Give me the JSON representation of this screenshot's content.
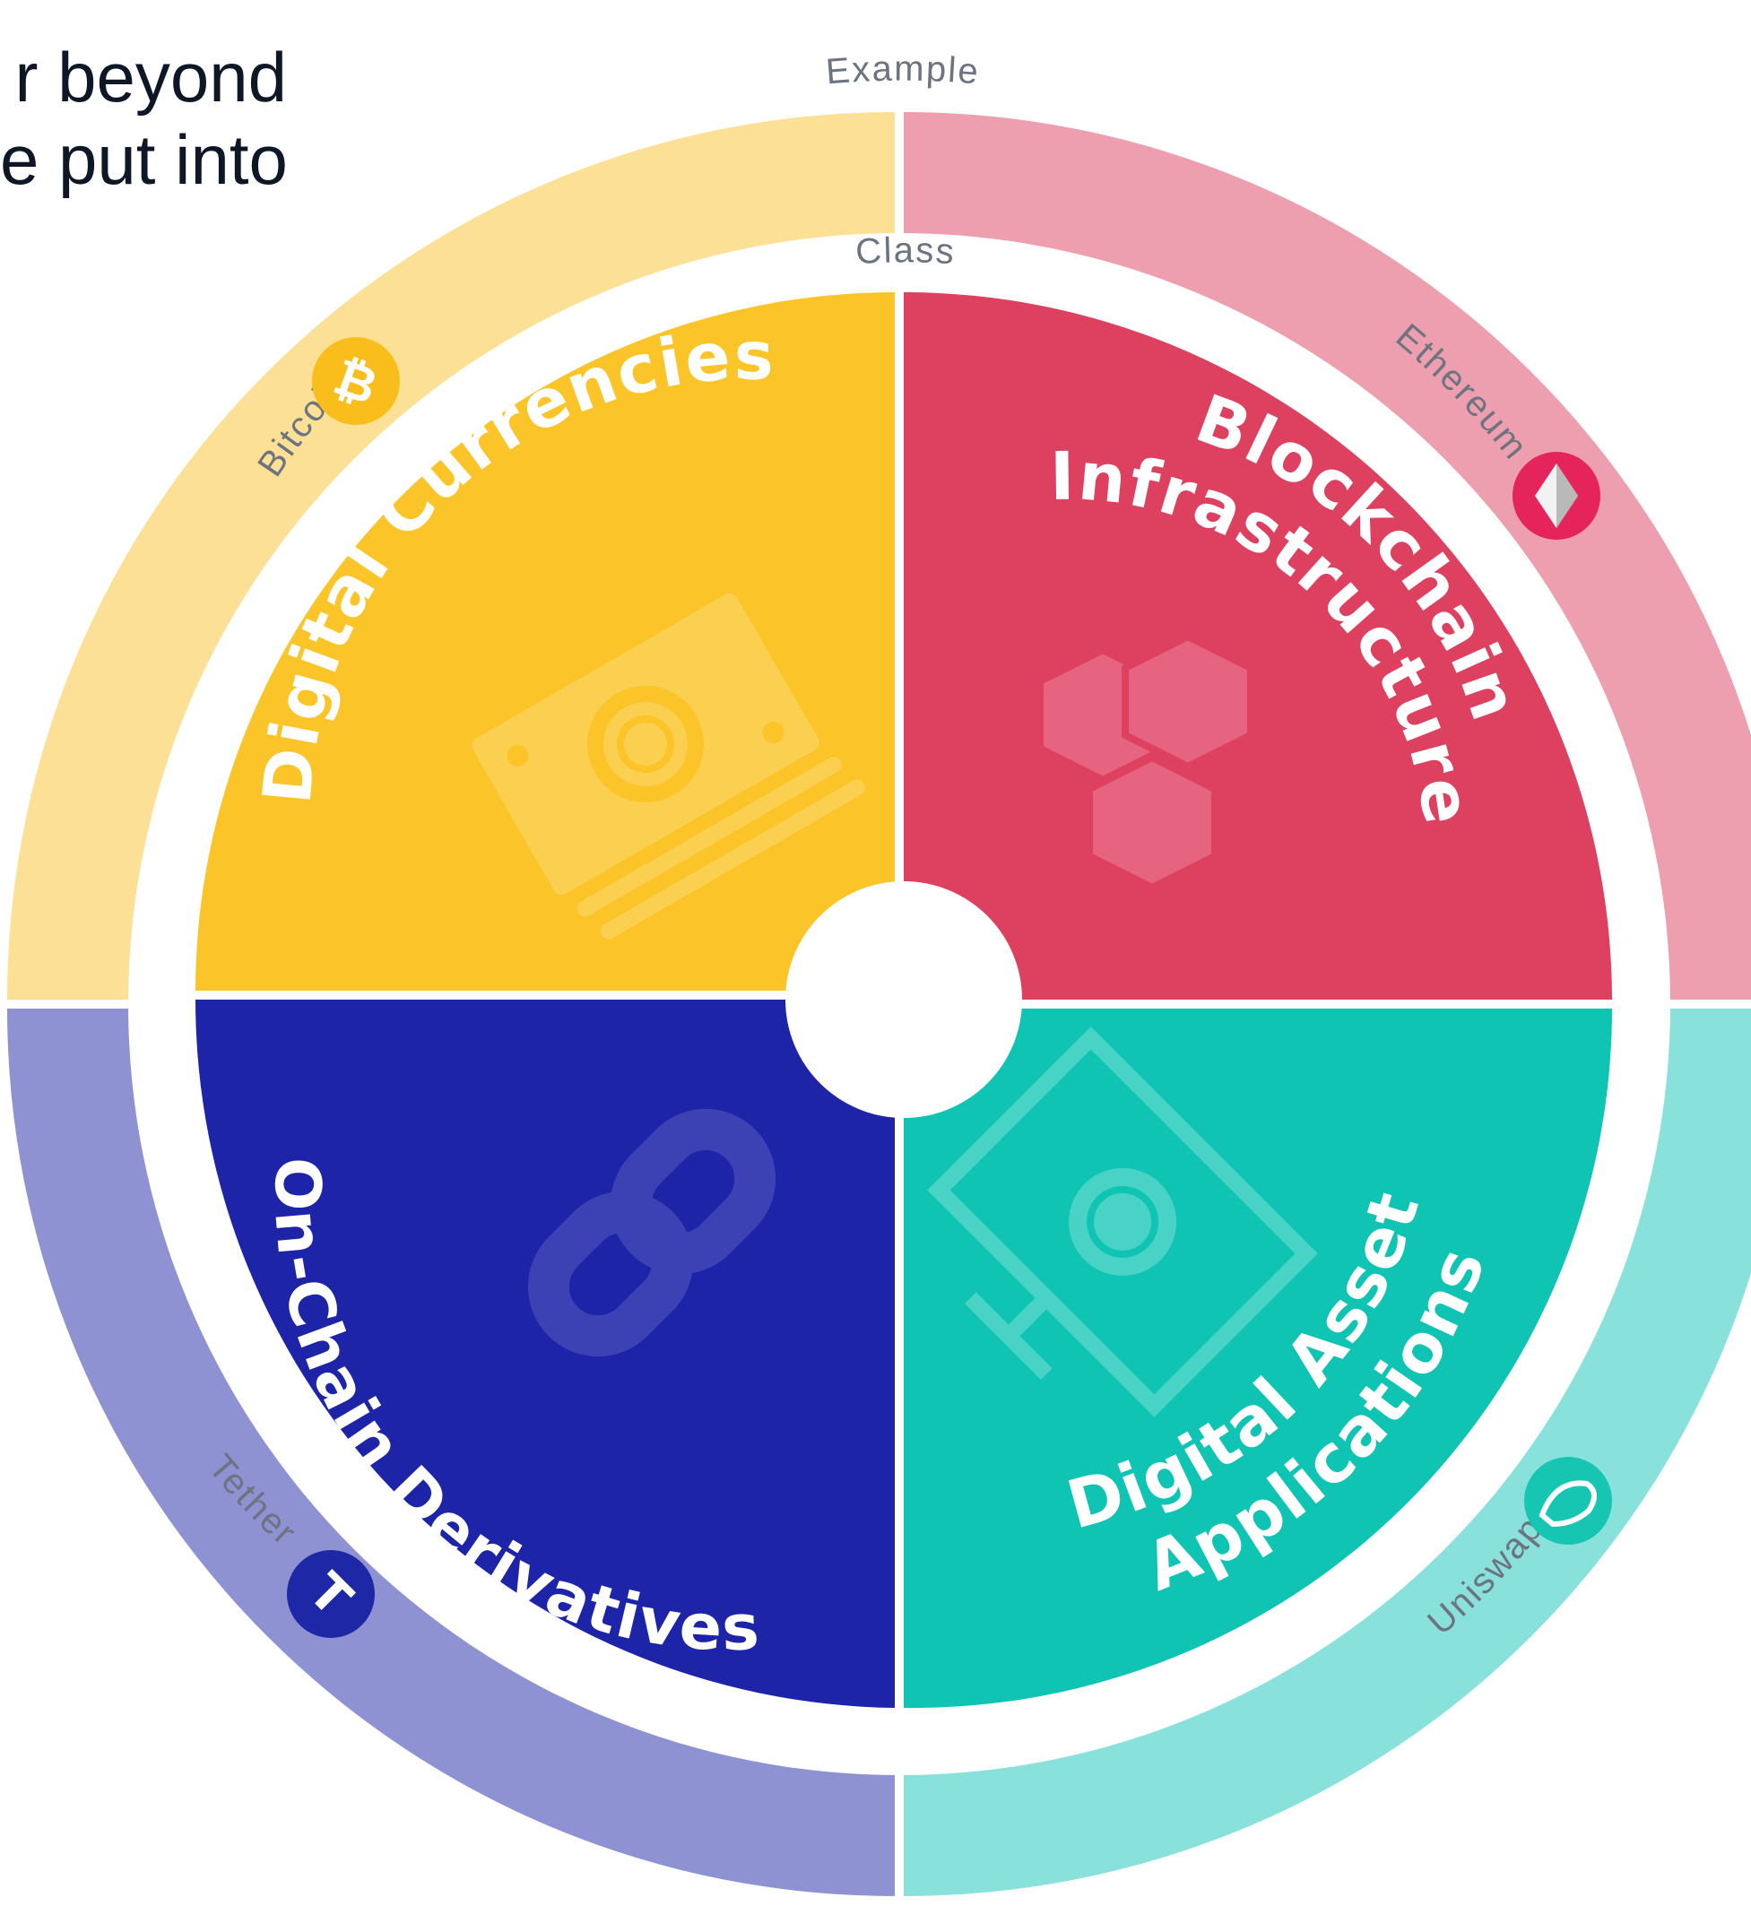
{
  "intro_text": [
    "r beyond",
    "e put into"
  ],
  "ring_labels": {
    "outer": "Example",
    "inner": "Class"
  },
  "quadrants": [
    {
      "id": "digital-currencies",
      "title_lines": [
        "Digital Currencies"
      ],
      "example": "Bitcoin",
      "example_icon": "bitcoin-icon",
      "class_icon": "money-icon",
      "inner_color": "#FBC428",
      "outer_color": "#FCE096",
      "badge_color": "#F9BE1B"
    },
    {
      "id": "blockchain-infrastructure",
      "title_lines": [
        "Blockchain",
        "Infrastructure"
      ],
      "example": "Ethereum",
      "example_icon": "ethereum-icon",
      "class_icon": "blocks-icon",
      "inner_color": "#DE4060",
      "outer_color": "#ED9FB0",
      "badge_color": "#E4245A"
    },
    {
      "id": "digital-asset-applications",
      "title_lines": [
        "Digital Asset",
        "Applications"
      ],
      "example": "Uniswap",
      "example_icon": "uniswap-icon",
      "class_icon": "monitor-icon",
      "inner_color": "#10C4B4",
      "outer_color": "#88E2DB",
      "badge_color": "#16C6B2"
    },
    {
      "id": "on-chain-derivatives",
      "title_lines": [
        "On-Chain Derivatives"
      ],
      "example": "Tether",
      "example_icon": "tether-icon",
      "class_icon": "chain-link-icon",
      "inner_color": "#1D24A8",
      "outer_color": "#8E92D3",
      "badge_color": "#1E28A6"
    }
  ]
}
